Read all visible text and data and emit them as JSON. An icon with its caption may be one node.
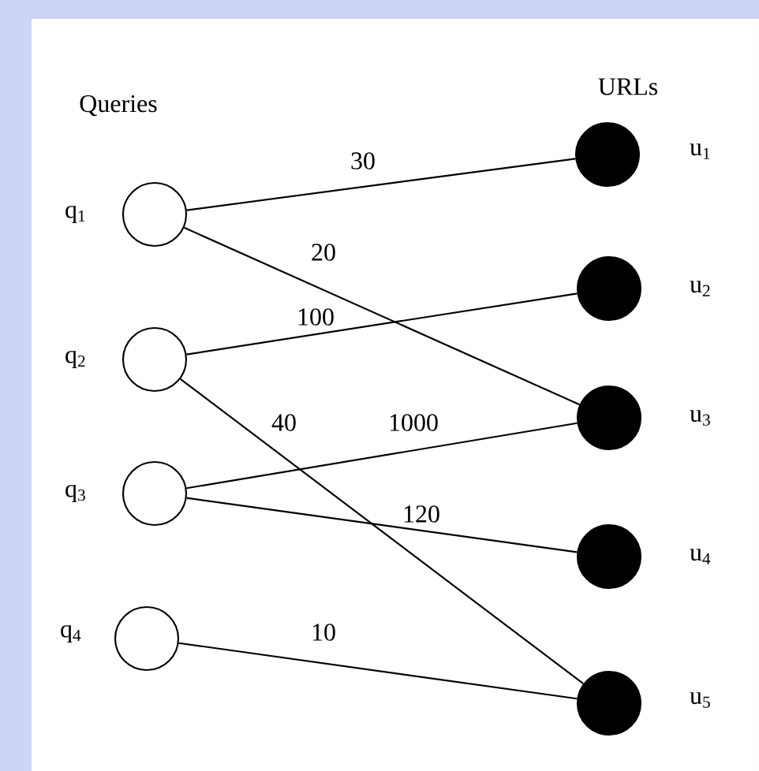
{
  "diagram": {
    "nodes": [
      {
        "text": [],
        "shape": "circle",
        "beside": [
          "q$_{1}$"
        ]
      },
      {
        "text": [],
        "shape": "circle",
        "beside": [
          "q$_{2}$"
        ]
      },
      {
        "text": [],
        "shape": "circle",
        "beside": [
          "q$_{3}$"
        ]
      },
      {
        "text": [],
        "shape": "circle",
        "beside": [
          "q$_{4}$"
        ]
      },
      {
        "text": [],
        "shape": "disc",
        "beside": [
          "u$_{1}$"
        ]
      },
      {
        "text": [],
        "shape": "disc",
        "beside": [
          "u$_{2}$"
        ]
      },
      {
        "text": [],
        "shape": "disc",
        "beside": [
          "u$_{3}$"
        ]
      },
      {
        "text": [],
        "shape": "disc",
        "beside": [
          "u$_{4}$"
        ]
      },
      {
        "text": [],
        "shape": "disc",
        "beside": [
          "u$_{5}$"
        ]
      }
    ],
    "edges": [
      {
        "from": 0,
        "to": 4,
        "arrow": "none",
        "label": "30"
      },
      {
        "from": 0,
        "to": 6,
        "arrow": "none",
        "label": "20"
      },
      {
        "from": 1,
        "to": 5,
        "arrow": "none",
        "label": "100"
      },
      {
        "from": 1,
        "to": 8,
        "arrow": "none",
        "label": "40"
      },
      {
        "from": 2,
        "to": 6,
        "arrow": "none",
        "label": "1000"
      },
      {
        "from": 2,
        "to": 7,
        "arrow": "none",
        "label": "120"
      },
      {
        "from": 3,
        "to": 8,
        "arrow": "none",
        "label": "10"
      }
    ],
    "labels": [
      "URLs",
      "Queries"
    ]
  }
}
